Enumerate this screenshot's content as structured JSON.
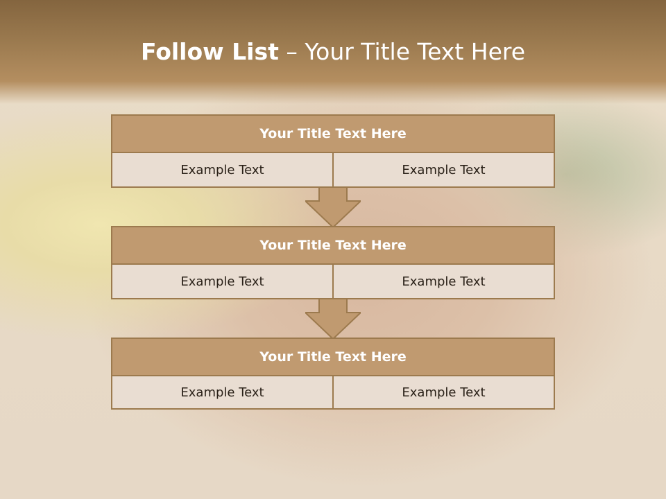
{
  "slide": {
    "title_bold": "Follow List",
    "title_rest": " – Your Title Text Here"
  },
  "blocks": [
    {
      "title": "Your Title Text Here",
      "left": "Example Text",
      "right": "Example Text"
    },
    {
      "title": "Your Title Text Here",
      "left": "Example Text",
      "right": "Example Text"
    },
    {
      "title": "Your Title Text Here",
      "left": "Example Text",
      "right": "Example Text"
    }
  ],
  "colors": {
    "header_fill": "#c09a70",
    "border": "#9c7a4e",
    "cell_fill": "#e9ddd2",
    "arrow_fill": "#c09a70"
  }
}
